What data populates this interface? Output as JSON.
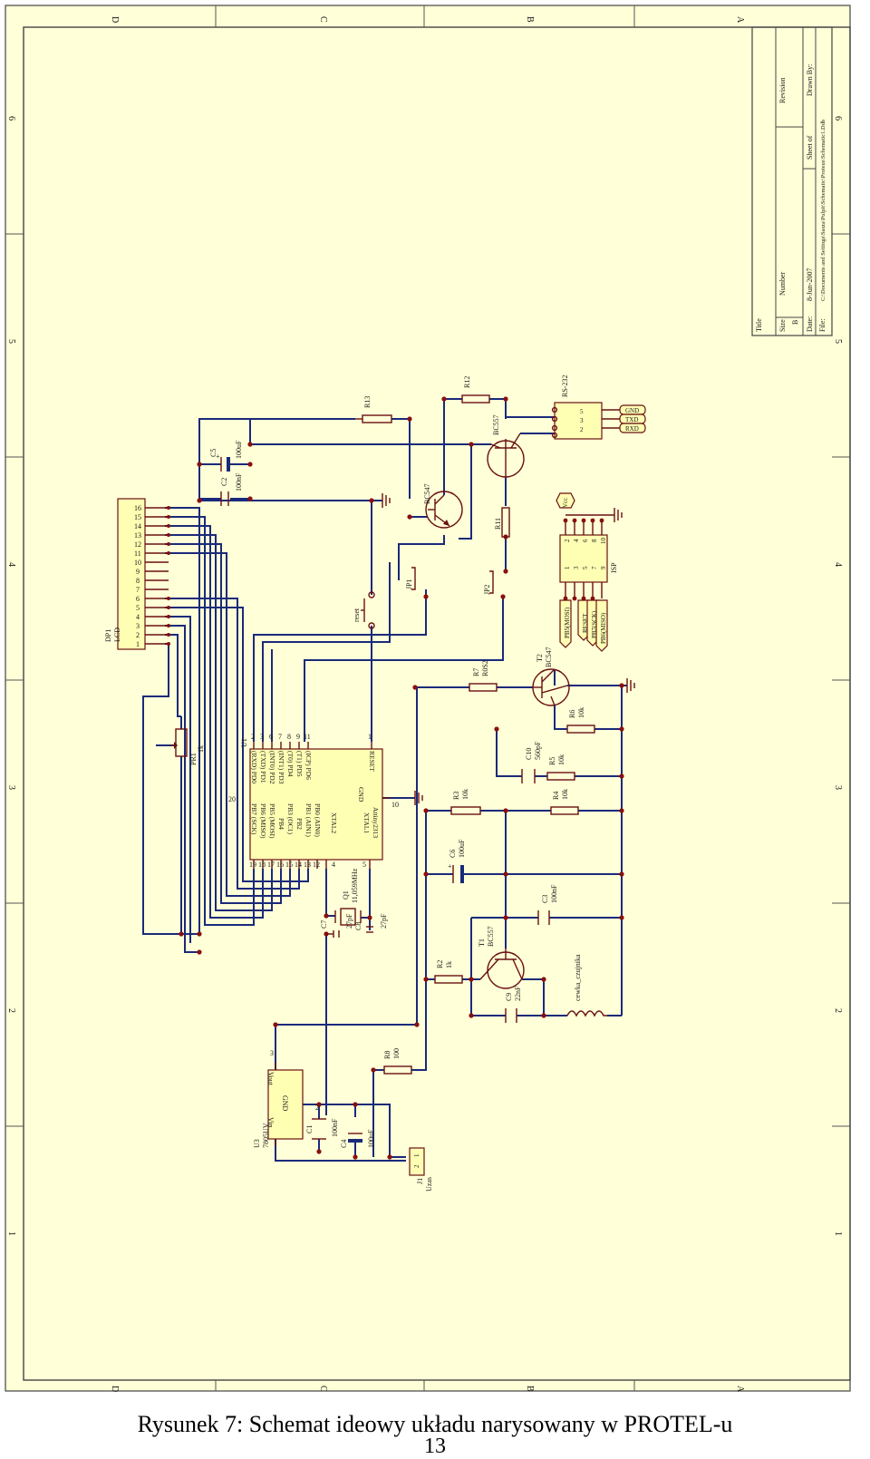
{
  "border": {
    "row_letters": [
      "D",
      "C",
      "B",
      "A"
    ],
    "col_numbers": [
      "6",
      "5",
      "4",
      "3",
      "2",
      "1"
    ]
  },
  "title_block": {
    "title": "Title",
    "size_label": "Size",
    "size_value": "B",
    "number_label": "Number",
    "revision_label": "Revision",
    "date_label": "Date:",
    "date_value": "8-Jun-2007",
    "sheet_label": "Sheet    of",
    "file_label": "File:",
    "file_value": "C:\\Documents and Settings\\Sasza\\Pulpit\\Schematic\\Proteus\\Schematic1.Ddb",
    "drawn_label": "Drawn By:"
  },
  "components": {
    "lcd": {
      "ref": "DP1",
      "name": "LCD",
      "pins": [
        "1",
        "2",
        "3",
        "4",
        "5",
        "6",
        "7",
        "8",
        "9",
        "10",
        "11",
        "12",
        "13",
        "14",
        "15",
        "16"
      ]
    },
    "pr1": {
      "ref": "PR1",
      "value": "1k"
    },
    "u1": {
      "ref": "U1",
      "name": "Attiny2313",
      "left_pins": [
        "PB7 (SCK)",
        "PB6 (MISO)",
        "PB5 (MOSI)",
        "PB4",
        "PB3 (OC1)",
        "PB2",
        "PB1 (AIN1)",
        "PB0 (AIN0)"
      ],
      "left_nums": [
        "19",
        "18",
        "17",
        "16",
        "15",
        "14",
        "13",
        "12"
      ],
      "right_pins": [
        "(RXD) PD0",
        "(TXD) PD1",
        "(INT0) PD2",
        "(INT1) PD3",
        "(T0) PD4",
        "(T1) PD5",
        "(ICP) PD6"
      ],
      "right_nums": [
        "2",
        "3",
        "6",
        "7",
        "8",
        "9",
        "11"
      ],
      "bottom_pins": [
        "XTAL2",
        "XTAL1"
      ],
      "bottom_nums": [
        "4",
        "5"
      ],
      "gnd": "GND",
      "gnd_num": "10",
      "reset": "RESET",
      "reset_num": "1",
      "vcc_num": "20"
    },
    "reset_sw": "reset",
    "q1": {
      "ref": "Q1",
      "value": "11,059MHz"
    },
    "c7": {
      "ref": "C7",
      "value": "27pF"
    },
    "c8": {
      "ref": "C8",
      "value": "27pF"
    },
    "c2": {
      "ref": "C2",
      "value": "100nF"
    },
    "c5": {
      "ref": "C5",
      "value": "100uF"
    },
    "r13": "R13",
    "r12": "R12",
    "r11": "R11",
    "rs232": {
      "ref": "RS-232",
      "labels": [
        "GND",
        "TXD",
        "RXD"
      ],
      "pins": [
        "5",
        "3",
        "2"
      ]
    },
    "t_upper_npn": "BC547",
    "t_upper_pnp": "BC557",
    "jp1": "JP1",
    "jp2": "JP2",
    "isp": {
      "ref": "ISP",
      "vcc": "Vcc",
      "left_nums": [
        "1",
        "3",
        "5",
        "7",
        "9"
      ],
      "right_nums": [
        "2",
        "4",
        "6",
        "8",
        "10"
      ],
      "signals": [
        "PB5(MOSI)",
        "RESET",
        "PB7(SCK)",
        "PB6(MISO)"
      ]
    },
    "r7": {
      "ref": "R7",
      "value": "R0S2"
    },
    "t2": {
      "ref": "T2",
      "value": "BC547"
    },
    "r6": {
      "ref": "R6",
      "value": "10k"
    },
    "c10": {
      "ref": "C10",
      "value": "560pF"
    },
    "r5": {
      "ref": "R5",
      "value": "10k"
    },
    "r3": {
      "ref": "R3",
      "value": "10k"
    },
    "r4": {
      "ref": "R4",
      "value": "10k"
    },
    "c6": {
      "ref": "C6",
      "value": "100uF"
    },
    "c3": {
      "ref": "C3",
      "value": "100nF"
    },
    "t1": {
      "ref": "T1",
      "value": "BC557"
    },
    "r2": {
      "ref": "R2",
      "value": "1k"
    },
    "c9": {
      "ref": "C9",
      "value": "22nF"
    },
    "coil": "cewka_czujnika",
    "r8": {
      "ref": "R8",
      "value": "100"
    },
    "u3": {
      "ref": "U3",
      "name": "7805UV",
      "vin": "Vin",
      "vout": "Vout",
      "gnd": "GND",
      "pin_out": "3",
      "pin_in": "1",
      "pin_gnd": "2"
    },
    "c1": {
      "ref": "C1",
      "value": "100nF"
    },
    "c4": {
      "ref": "C4",
      "value": "100uF"
    },
    "j1": {
      "ref": "J1",
      "name": "Uzas",
      "pins": [
        "1",
        "2"
      ]
    }
  },
  "caption": "Rysunek 7: Schemat ideowy układu narysowany w PROTEL-u",
  "page_number": "13"
}
